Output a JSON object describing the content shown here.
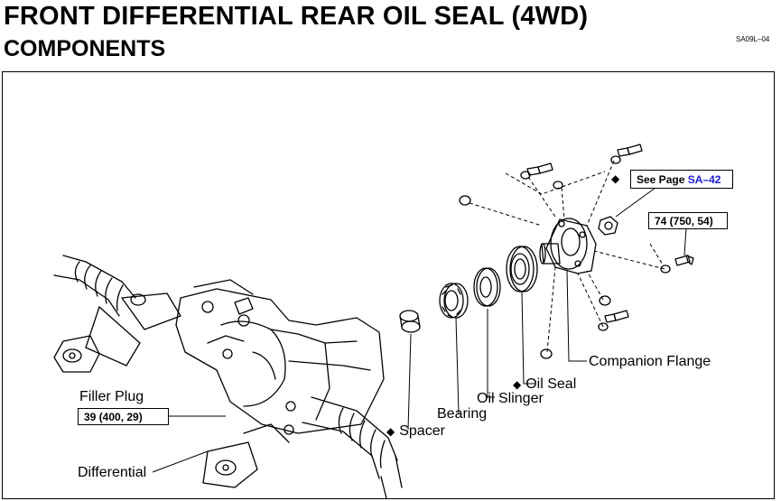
{
  "header": {
    "title": "FRONT DIFFERENTIAL REAR OIL SEAL (4WD)",
    "subtitle": "COMPONENTS",
    "ref_code": "SA09L–04"
  },
  "labels": {
    "see_page_prefix": "See Page",
    "see_page_link": "SA–42",
    "torque_flange": "74 (750, 54)",
    "filler_plug": "Filler Plug",
    "torque_filler": "39 (400, 29)",
    "differential": "Differential",
    "companion_flange": "Companion Flange",
    "oil_seal": "Oil Seal",
    "oil_slinger": "Oil Slinger",
    "bearing": "Bearing",
    "spacer": "Spacer"
  },
  "symbols": {
    "non_reusable_mark": "◆"
  }
}
